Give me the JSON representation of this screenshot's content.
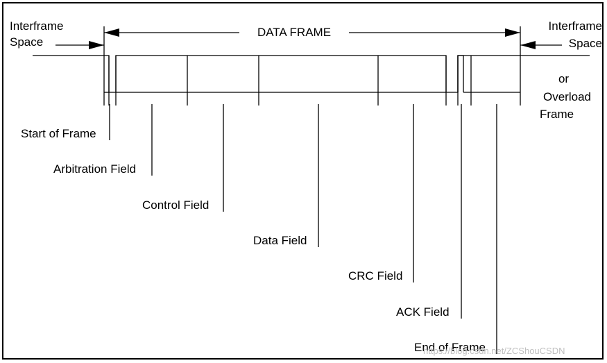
{
  "title": "DATA FRAME",
  "left_space": {
    "line1": "Interframe",
    "line2": "Space"
  },
  "right_space": {
    "line1": "Interframe",
    "line2": "Space",
    "or_line1": "or",
    "or_line2": "Overload",
    "or_line3": "Frame"
  },
  "fields": {
    "start": "Start of Frame",
    "arbitration": "Arbitration Field",
    "control": "Control Field",
    "data": "Data Field",
    "crc": "CRC Field",
    "ack": "ACK Field",
    "end": "End of Frame"
  },
  "watermark": "https://blog.csdn.net/ZCShouCSDN"
}
